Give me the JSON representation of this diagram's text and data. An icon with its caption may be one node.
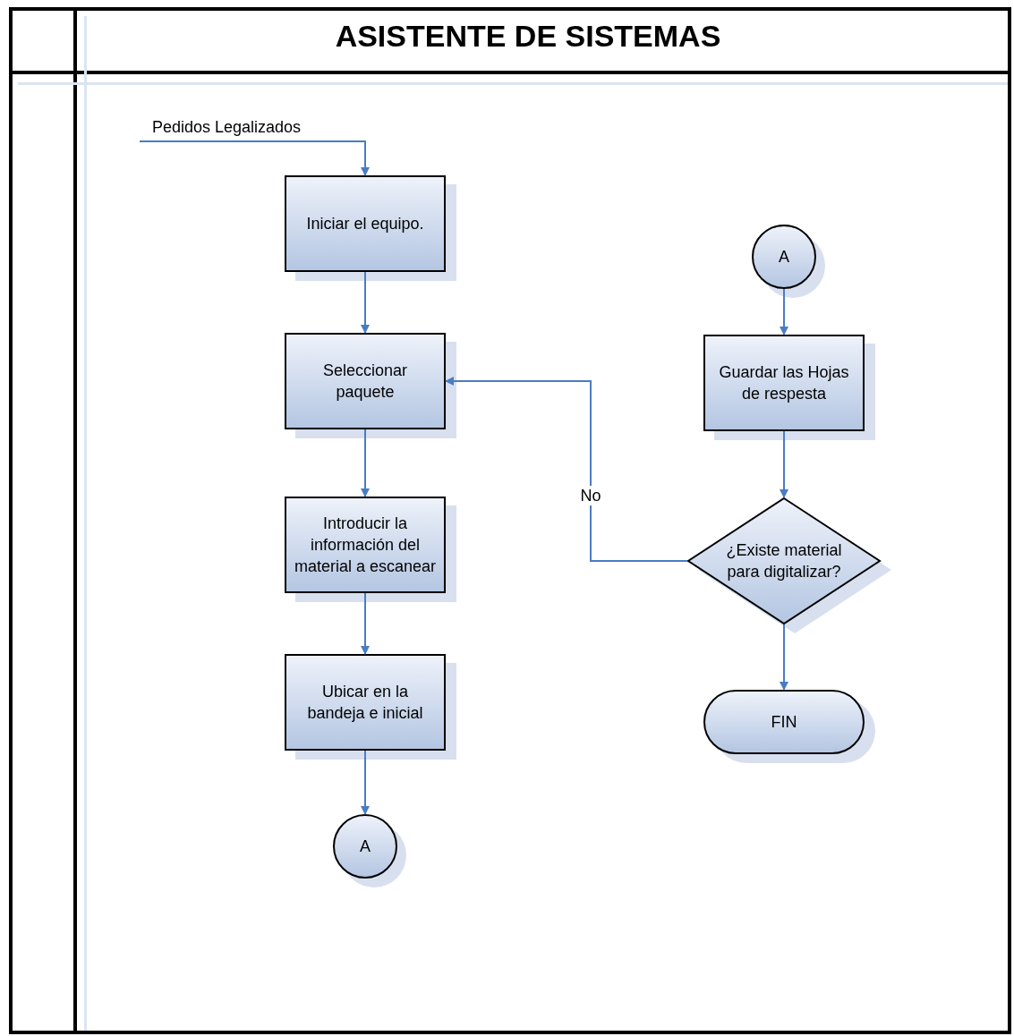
{
  "diagram": {
    "title": "ASISTENTE DE SISTEMAS",
    "nodes": [
      {
        "text": [
          "Pedidos Legalizados"
        ]
      },
      {
        "text": [
          "Iniciar el equipo."
        ]
      },
      {
        "text": [
          "Seleccionar paquete"
        ]
      },
      {
        "text": [
          "Introducir la información del material a escanear"
        ]
      },
      {
        "text": [
          "Ubicar en la bandeja e inicial"
        ]
      },
      {
        "text": [
          "A"
        ]
      },
      {
        "text": [
          "A"
        ]
      },
      {
        "text": [
          "Guardar las Hojas de respesta"
        ]
      },
      {
        "text": [
          "¿Existe material para digitalizar?"
        ]
      },
      {
        "text": [
          "FIN"
        ]
      }
    ],
    "edges": [
      {
        "from": 0,
        "to": 1,
        "arrow": "to"
      },
      {
        "from": 1,
        "to": 2,
        "arrow": "to"
      },
      {
        "from": 2,
        "to": 3,
        "arrow": "to"
      },
      {
        "from": 3,
        "to": 4,
        "arrow": "to"
      },
      {
        "from": 4,
        "to": 5,
        "arrow": "to"
      },
      {
        "from": 6,
        "to": 7,
        "arrow": "to"
      },
      {
        "from": 7,
        "to": 8,
        "arrow": "to"
      },
      {
        "from": 8,
        "to": 2,
        "arrow": "to",
        "label": "No"
      },
      {
        "from": 8,
        "to": 9,
        "arrow": "to"
      }
    ]
  }
}
